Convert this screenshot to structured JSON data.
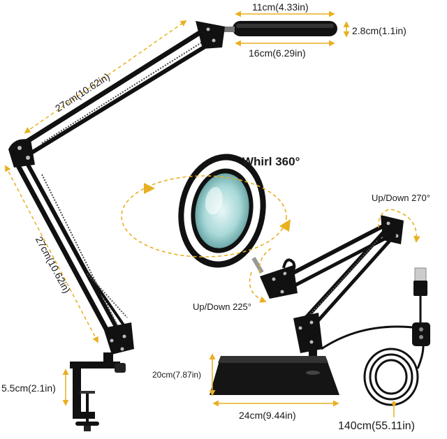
{
  "dimensions": {
    "ring_inner_width": "11cm(4.33in)",
    "ring_outer_width": "16cm(6.29in)",
    "ring_thickness": "2.8cm(1.1in)",
    "upper_arm_length": "27cm(10.62in)",
    "lower_arm_length": "27cm(10.62in)",
    "clamp_opening": "5.5cm(2.1in)",
    "base_height": "20cm(7.87in)",
    "base_width": "24cm(9.44in)",
    "cable_length": "140cm(55.11in)"
  },
  "rotations": {
    "whirl": "Whirl 360°",
    "head_tilt": "Up/Down 225°",
    "arm_tilt": "Up/Down 270°"
  },
  "colors": {
    "lamp_body": "#111111",
    "dimension_arrow": "#e8b020",
    "rotation_dash": "#e8b020",
    "light_ring": "#ffffff",
    "lens": "#a8d8d8",
    "label_text": "#1a1a1a"
  }
}
